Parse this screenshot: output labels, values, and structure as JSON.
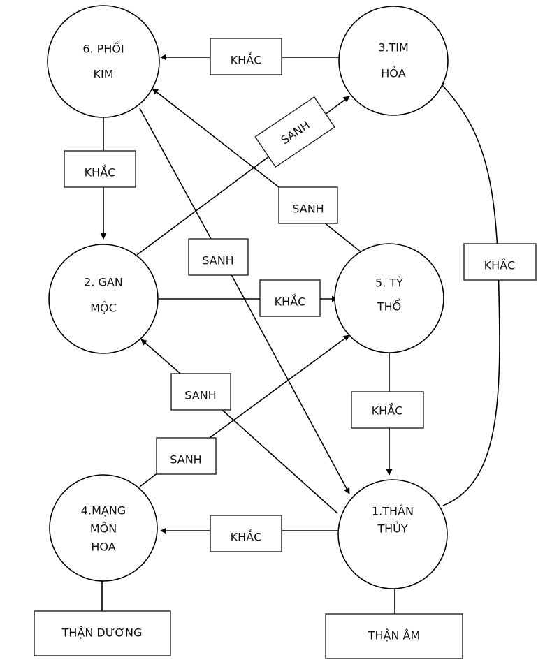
{
  "diagram": {
    "type": "five-elements-organ-cycle",
    "nodes": [
      {
        "id": "phoi",
        "lines": [
          "6. PHỔI",
          "KIM"
        ]
      },
      {
        "id": "tim",
        "lines": [
          "3.TIM",
          "HỎA"
        ]
      },
      {
        "id": "gan",
        "lines": [
          "2. GAN",
          "MỘC"
        ]
      },
      {
        "id": "ty",
        "lines": [
          "5. TỲ",
          "THỔ"
        ]
      },
      {
        "id": "mang",
        "lines": [
          "4.MẠNG",
          "MÔN",
          "HOA"
        ]
      },
      {
        "id": "than",
        "lines": [
          "1.THÂN",
          "THỦY"
        ]
      }
    ],
    "terminals": [
      {
        "id": "than-duong",
        "label": "THẬN DƯƠNG"
      },
      {
        "id": "than-am",
        "label": "THẬN ÂM"
      }
    ],
    "relations": {
      "khac": "KHẮC",
      "sanh": "SANH"
    },
    "edges": [
      {
        "from": "tim",
        "to": "phoi",
        "label": "KHẮC"
      },
      {
        "from": "phoi",
        "to": "gan",
        "label": "KHẮC"
      },
      {
        "from": "gan",
        "to": "tim",
        "label": "SANH"
      },
      {
        "from": "ty",
        "to": "phoi",
        "label": "SANH"
      },
      {
        "from": "phoi",
        "to": "than",
        "label": "SANH"
      },
      {
        "from": "gan",
        "to": "ty",
        "label": "KHẮC"
      },
      {
        "from": "than",
        "to": "tim",
        "label": "KHẮC"
      },
      {
        "from": "than",
        "to": "gan",
        "label": "SANH"
      },
      {
        "from": "mang",
        "to": "ty",
        "label": "SANH"
      },
      {
        "from": "ty",
        "to": "than",
        "label": "KHẮC"
      },
      {
        "from": "than",
        "to": "mang",
        "label": "KHẮC"
      },
      {
        "from": "mang",
        "to": "than-duong",
        "label": ""
      },
      {
        "from": "than",
        "to": "than-am",
        "label": ""
      }
    ]
  }
}
